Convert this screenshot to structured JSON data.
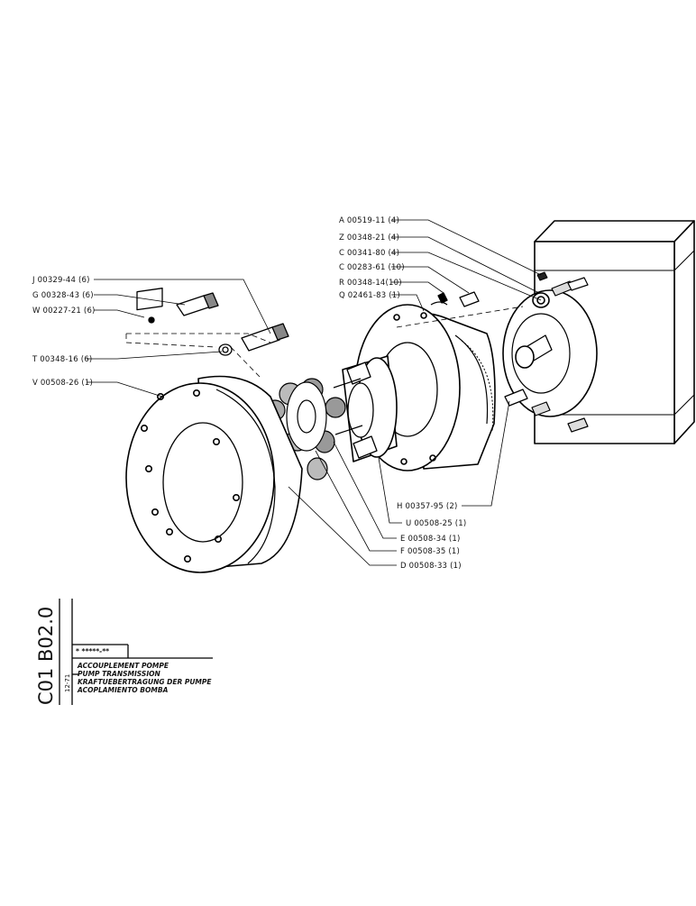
{
  "drawing": {
    "parts": {
      "A": "A 00519-11 (4)",
      "Z": "Z 00348-21 (4)",
      "C1": "C 00341-80 (4)",
      "C2": "C 00283-61 (10)",
      "R": "R 00348-14(10)",
      "Q": "Q 02461-83 (1)",
      "J": "J 00329-44 (6)",
      "G": "G 00328-43 (6)",
      "W": "W 00227-21 (6)",
      "T": "T 00348-16 (6)",
      "V": "V 00508-26 (1)",
      "H": "H 00357-95 (2)",
      "U": "U 00508-25 (1)",
      "E": "E 00508-34 (1)",
      "F": "F 00508-35 (1)",
      "D": "D 00508-33 (1)"
    }
  },
  "title_block": {
    "code": "C01 B02.0",
    "date": "12-71",
    "ref": "* *****-**",
    "title_fr": "ACCOUPLEMENT POMPE",
    "title_en": "PUMP TRANSMISSION",
    "title_de": "KRAFTUEBERTRAGUNG DER PUMPE",
    "title_es": "ACOPLAMIENTO BOMBA"
  }
}
